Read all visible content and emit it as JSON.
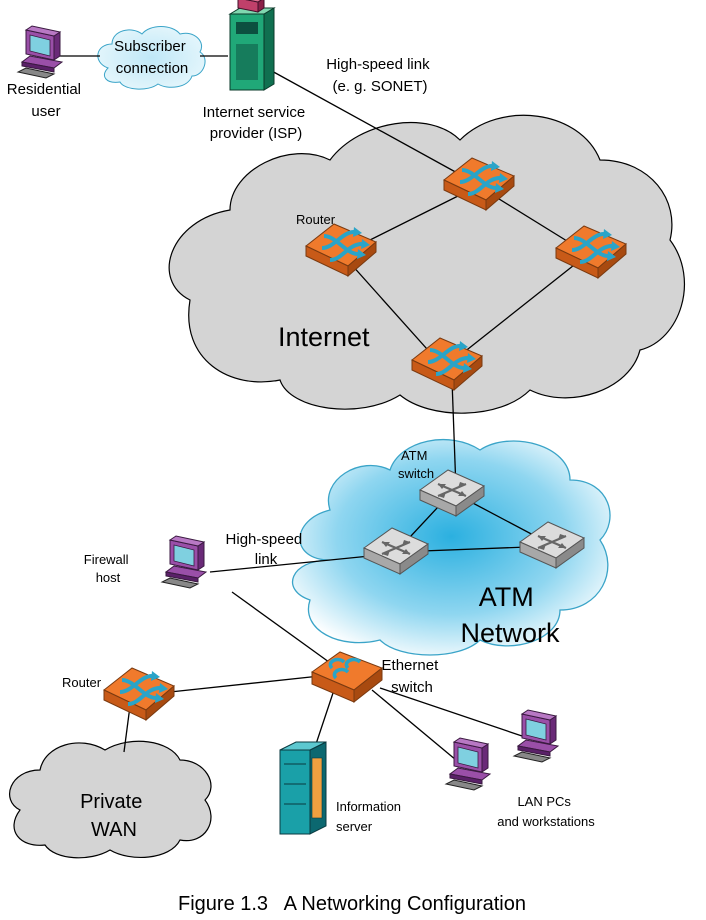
{
  "labels": {
    "residential_user": [
      "Residential",
      "user"
    ],
    "subscriber_connection": [
      "Subscriber",
      "connection"
    ],
    "isp": [
      "Internet service",
      "provider (ISP)"
    ],
    "high_speed_link_top": [
      "High-speed link",
      "(e. g. SONET)"
    ],
    "router_internet": "Router",
    "internet": "Internet",
    "atm_switch": [
      "ATM",
      "switch"
    ],
    "atm_network": [
      "ATM",
      "Network"
    ],
    "firewall_host": [
      "Firewall",
      "host"
    ],
    "high_speed_link": [
      "High-speed",
      "link"
    ],
    "ethernet_switch": [
      "Ethernet",
      "switch"
    ],
    "router_wan": "Router",
    "private_wan": [
      "Private",
      "WAN"
    ],
    "information_server": [
      "Information",
      "server"
    ],
    "lan_pcs": [
      "LAN PCs",
      "and workstations"
    ]
  },
  "caption": "Figure 1.3   A Networking Configuration",
  "colors": {
    "router": "#f07a2c",
    "router_arrow": "#2aa4c8",
    "internet_cloud": "#d4d4d4",
    "atm_cloud": "#58c4e6",
    "atm_switch": "#c8c8c8",
    "computer": "#9a4fa8",
    "server": "#1aa0a8"
  },
  "icons": {
    "router": "router-icon",
    "atm_switch": "atm-switch-icon",
    "computer": "computer-icon",
    "server": "server-icon",
    "ethernet_switch": "ethernet-switch-icon"
  }
}
